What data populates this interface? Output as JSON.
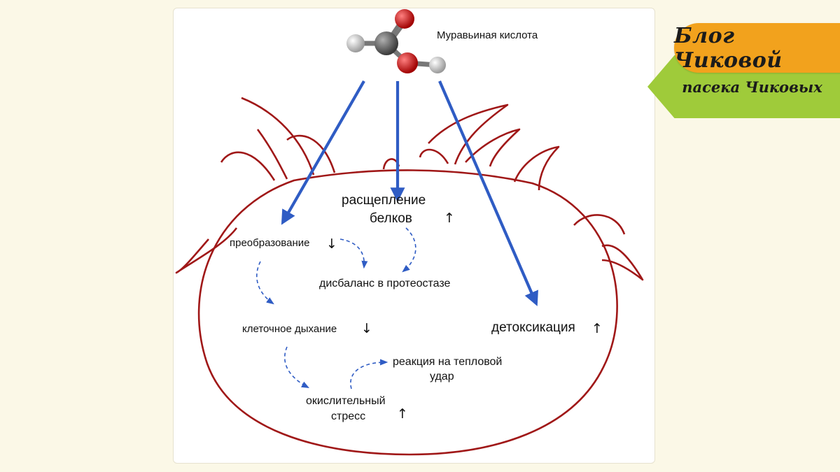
{
  "diagram": {
    "molecule_label": "Муравьиная кислота",
    "labels": {
      "protein_breakdown_line1": "расщепление",
      "protein_breakdown_line2": "белков",
      "transformation": "преобразование",
      "proteostasis_imbalance": "дисбаланс в протеостазе",
      "cellular_respiration": "клеточное дыхание",
      "detoxification": "детоксикация",
      "heat_shock_response_line1": "реакция на тепловой",
      "heat_shock_response_line2": "удар",
      "oxidative_stress_line1": "окислительный",
      "oxidative_stress_line2": "стресс"
    },
    "indicators": {
      "protein_breakdown": "↑",
      "transformation": "↓",
      "cellular_respiration": "↓",
      "detoxification": "↑",
      "oxidative_stress": "↑"
    },
    "colors": {
      "outline": "#a01818",
      "arrows": "#2f5cc4",
      "dashed": "#2f5cc4",
      "carbon": "#555555",
      "oxygen": "#cc1111",
      "hydrogen": "#d9d9d9"
    }
  },
  "brand": {
    "title": "Блог Чиковой",
    "subtitle": "пасека Чиковых",
    "colors": {
      "title_bg": "#f2a21d",
      "subtitle_bg": "#9fcb3a"
    }
  }
}
